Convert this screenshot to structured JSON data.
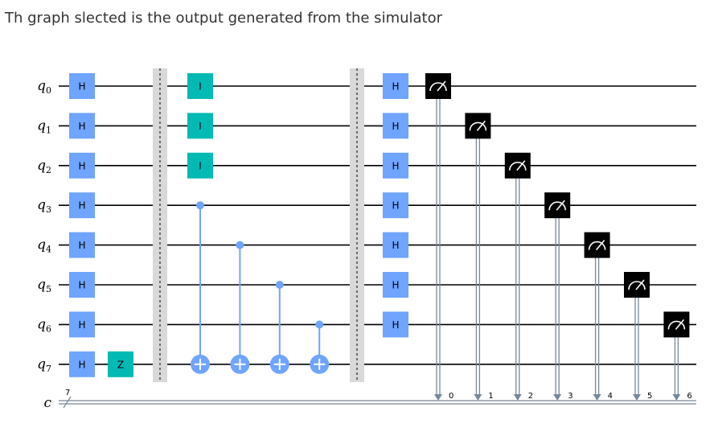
{
  "caption": "Th graph slected is the output generated from the simulator",
  "circuit": {
    "qubit_labels": [
      "q0",
      "q1",
      "q2",
      "q3",
      "q4",
      "q5",
      "q6",
      "q7"
    ],
    "classical_label": "c",
    "classical_width": "7",
    "gate_labels": {
      "h": "H",
      "z": "Z",
      "i": "I"
    },
    "measure_bits": [
      "0",
      "1",
      "2",
      "3",
      "4",
      "5",
      "6"
    ],
    "colors": {
      "h_gate": "#6fa4ff",
      "teal_gate": "#00bab3",
      "cnot": "#6fa4ff",
      "measure": "#000000",
      "barrier": "#d9d9d9",
      "wire": "#000000",
      "classical_wire": "#778899"
    }
  }
}
